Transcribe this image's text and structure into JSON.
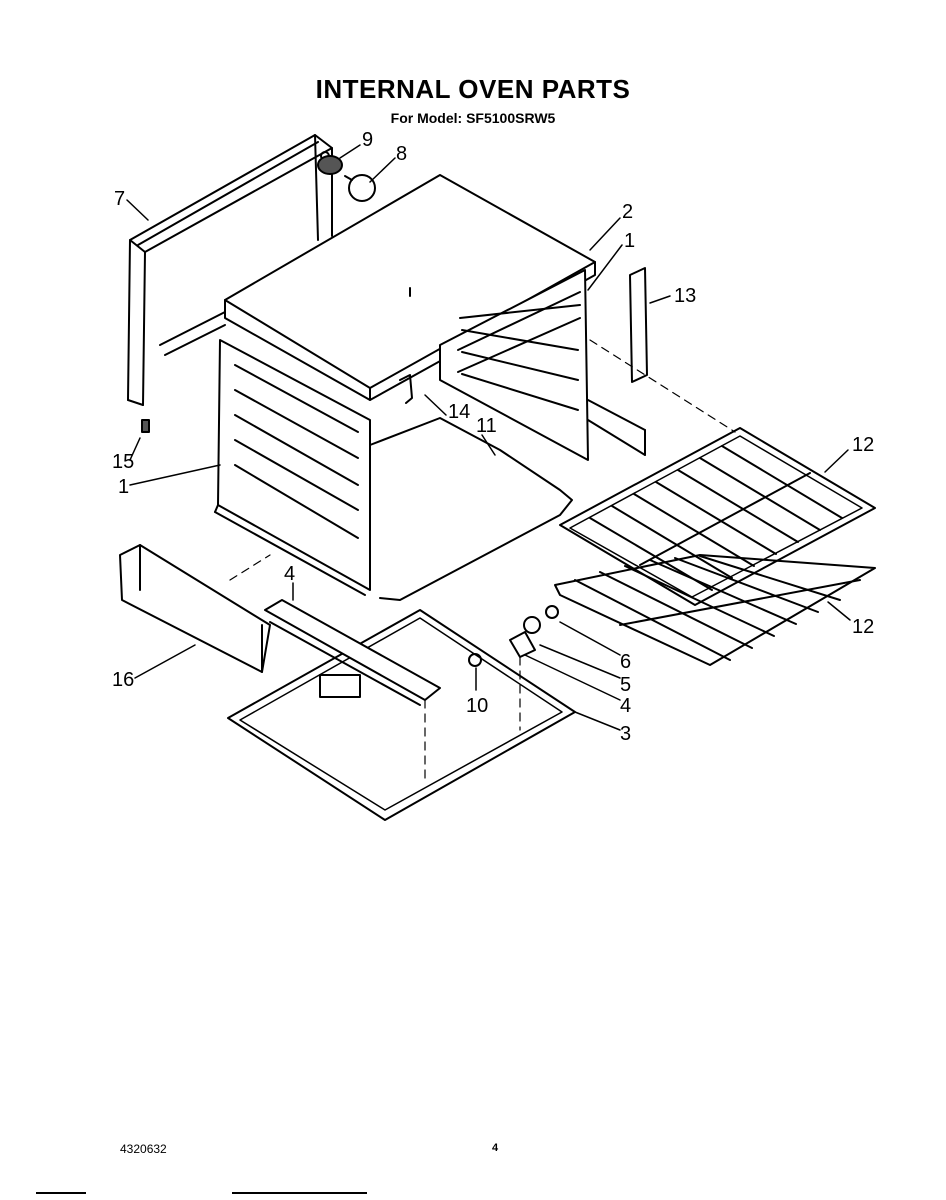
{
  "title": "INTERNAL OVEN PARTS",
  "subtitle": {
    "prefix": "For Model:",
    "model": "SF5100SRW5"
  },
  "callouts": {
    "p1_top": "1",
    "p1_left": "1",
    "p2": "2",
    "p3": "3",
    "p4_top": "4",
    "p4_right": "4",
    "p5": "5",
    "p6": "6",
    "p7": "7",
    "p8": "8",
    "p9": "9",
    "p10": "10",
    "p11": "11",
    "p12_top": "12",
    "p12_bottom": "12",
    "p13": "13",
    "p14": "14",
    "p15": "15",
    "p16": "16"
  },
  "footer": {
    "doc_number": "4320632",
    "page_number": "4"
  }
}
